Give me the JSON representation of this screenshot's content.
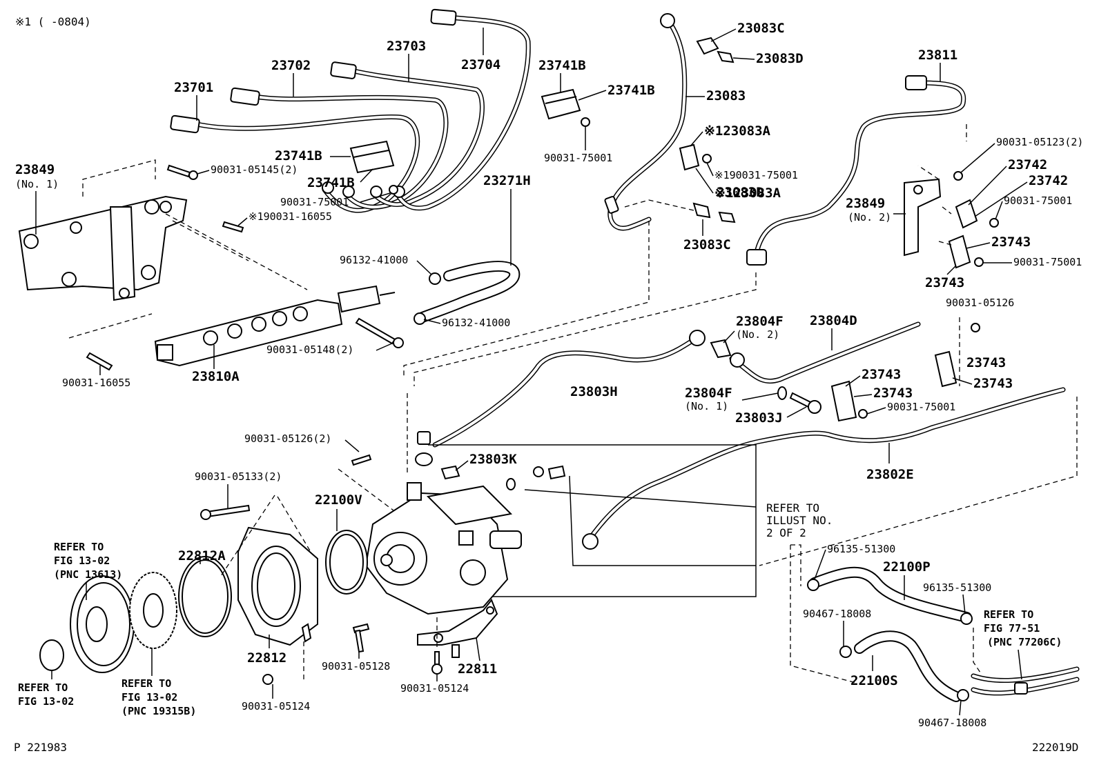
{
  "header_note": "※1 (      -0804)",
  "footer_left": "P 221983",
  "footer_right": "222019D",
  "labels": {
    "p23701": "23701",
    "p23702": "23702",
    "p23703": "23703",
    "p23704": "23704",
    "p23741B_a": "23741B",
    "p23741B_b": "23741B",
    "p23741B_c": "23741B",
    "p23741B_d": "23741B",
    "p90031_75001_a": "90031-75001",
    "p90031_75001_b": "90031-75001",
    "p23083C_a": "23083C",
    "p23083D_a": "23083D",
    "p23083": "23083",
    "p23083A_a": "※123083A",
    "p90031_75001_c": "※190031-75001",
    "p23083A_b": "※123083A",
    "p23083D_b": "23083D",
    "p23083C_b": "23083C",
    "p23811": "23811",
    "p90031_05123": "90031-05123(2)",
    "p23742_a": "23742",
    "p23742_b": "23742",
    "p23849_2": "23849",
    "p23849_2_sub": "(No. 2)",
    "p90031_75001_d": "90031-75001",
    "p23743_a": "23743",
    "p90031_75001_e": "90031-75001",
    "p23743_b": "23743",
    "p23849_1": "23849",
    "p23849_1_sub": "(No. 1)",
    "p90031_05145": "90031-05145(2)",
    "p90031_16055_a": "※190031-16055",
    "p96132_41000_a": "96132-41000",
    "p23271H": "23271H",
    "p96132_41000_b": "96132-41000",
    "p90031_05148": "90031-05148(2)",
    "p23810A": "23810A",
    "p90031_16055_b": "90031-16055",
    "p90031_05126_a": "90031-05126",
    "p23743_c": "23743",
    "p23743_d": "23743",
    "p23804F_a": "23804F",
    "p23804F_a_sub": "(No. 2)",
    "p23804D": "23804D",
    "p23803H": "23803H",
    "p23743_e": "23743",
    "p23743_f": "23743",
    "p23804F_b": "23804F",
    "p23804F_b_sub": "(No. 1)",
    "p90031_75001_f": "90031-75001",
    "p23803J": "23803J",
    "p90031_05126_b": "90031-05126(2)",
    "p23803K": "23803K",
    "p23802E": "23802E",
    "p90031_05133": "90031-05133(2)",
    "p22100V": "22100V",
    "p22812A": "22812A",
    "p22812": "22812",
    "p90031_05128": "90031-05128",
    "p22811": "22811",
    "p90031_05124_a": "90031-05124",
    "p90031_05124_b": "90031-05124",
    "p96135_51300_a": "96135-51300",
    "p22100P": "22100P",
    "p96135_51300_b": "96135-51300",
    "p90467_18008_a": "90467-18008",
    "p22100S": "22100S",
    "p90467_18008_b": "90467-18008"
  },
  "refer_notes": {
    "illust": [
      "REFER TO",
      "ILLUST NO.",
      "2 OF 2"
    ],
    "fig13_pnc13613": [
      "REFER TO",
      "FIG 13-02",
      "(PNC 13613)"
    ],
    "fig13_a": [
      "REFER TO",
      "FIG 13-02"
    ],
    "fig13_pnc19315": [
      "REFER TO",
      "FIG 13-02",
      "(PNC 19315B)"
    ],
    "fig77": [
      "REFER TO",
      "FIG 77-51",
      "(PNC 77206C)"
    ]
  }
}
